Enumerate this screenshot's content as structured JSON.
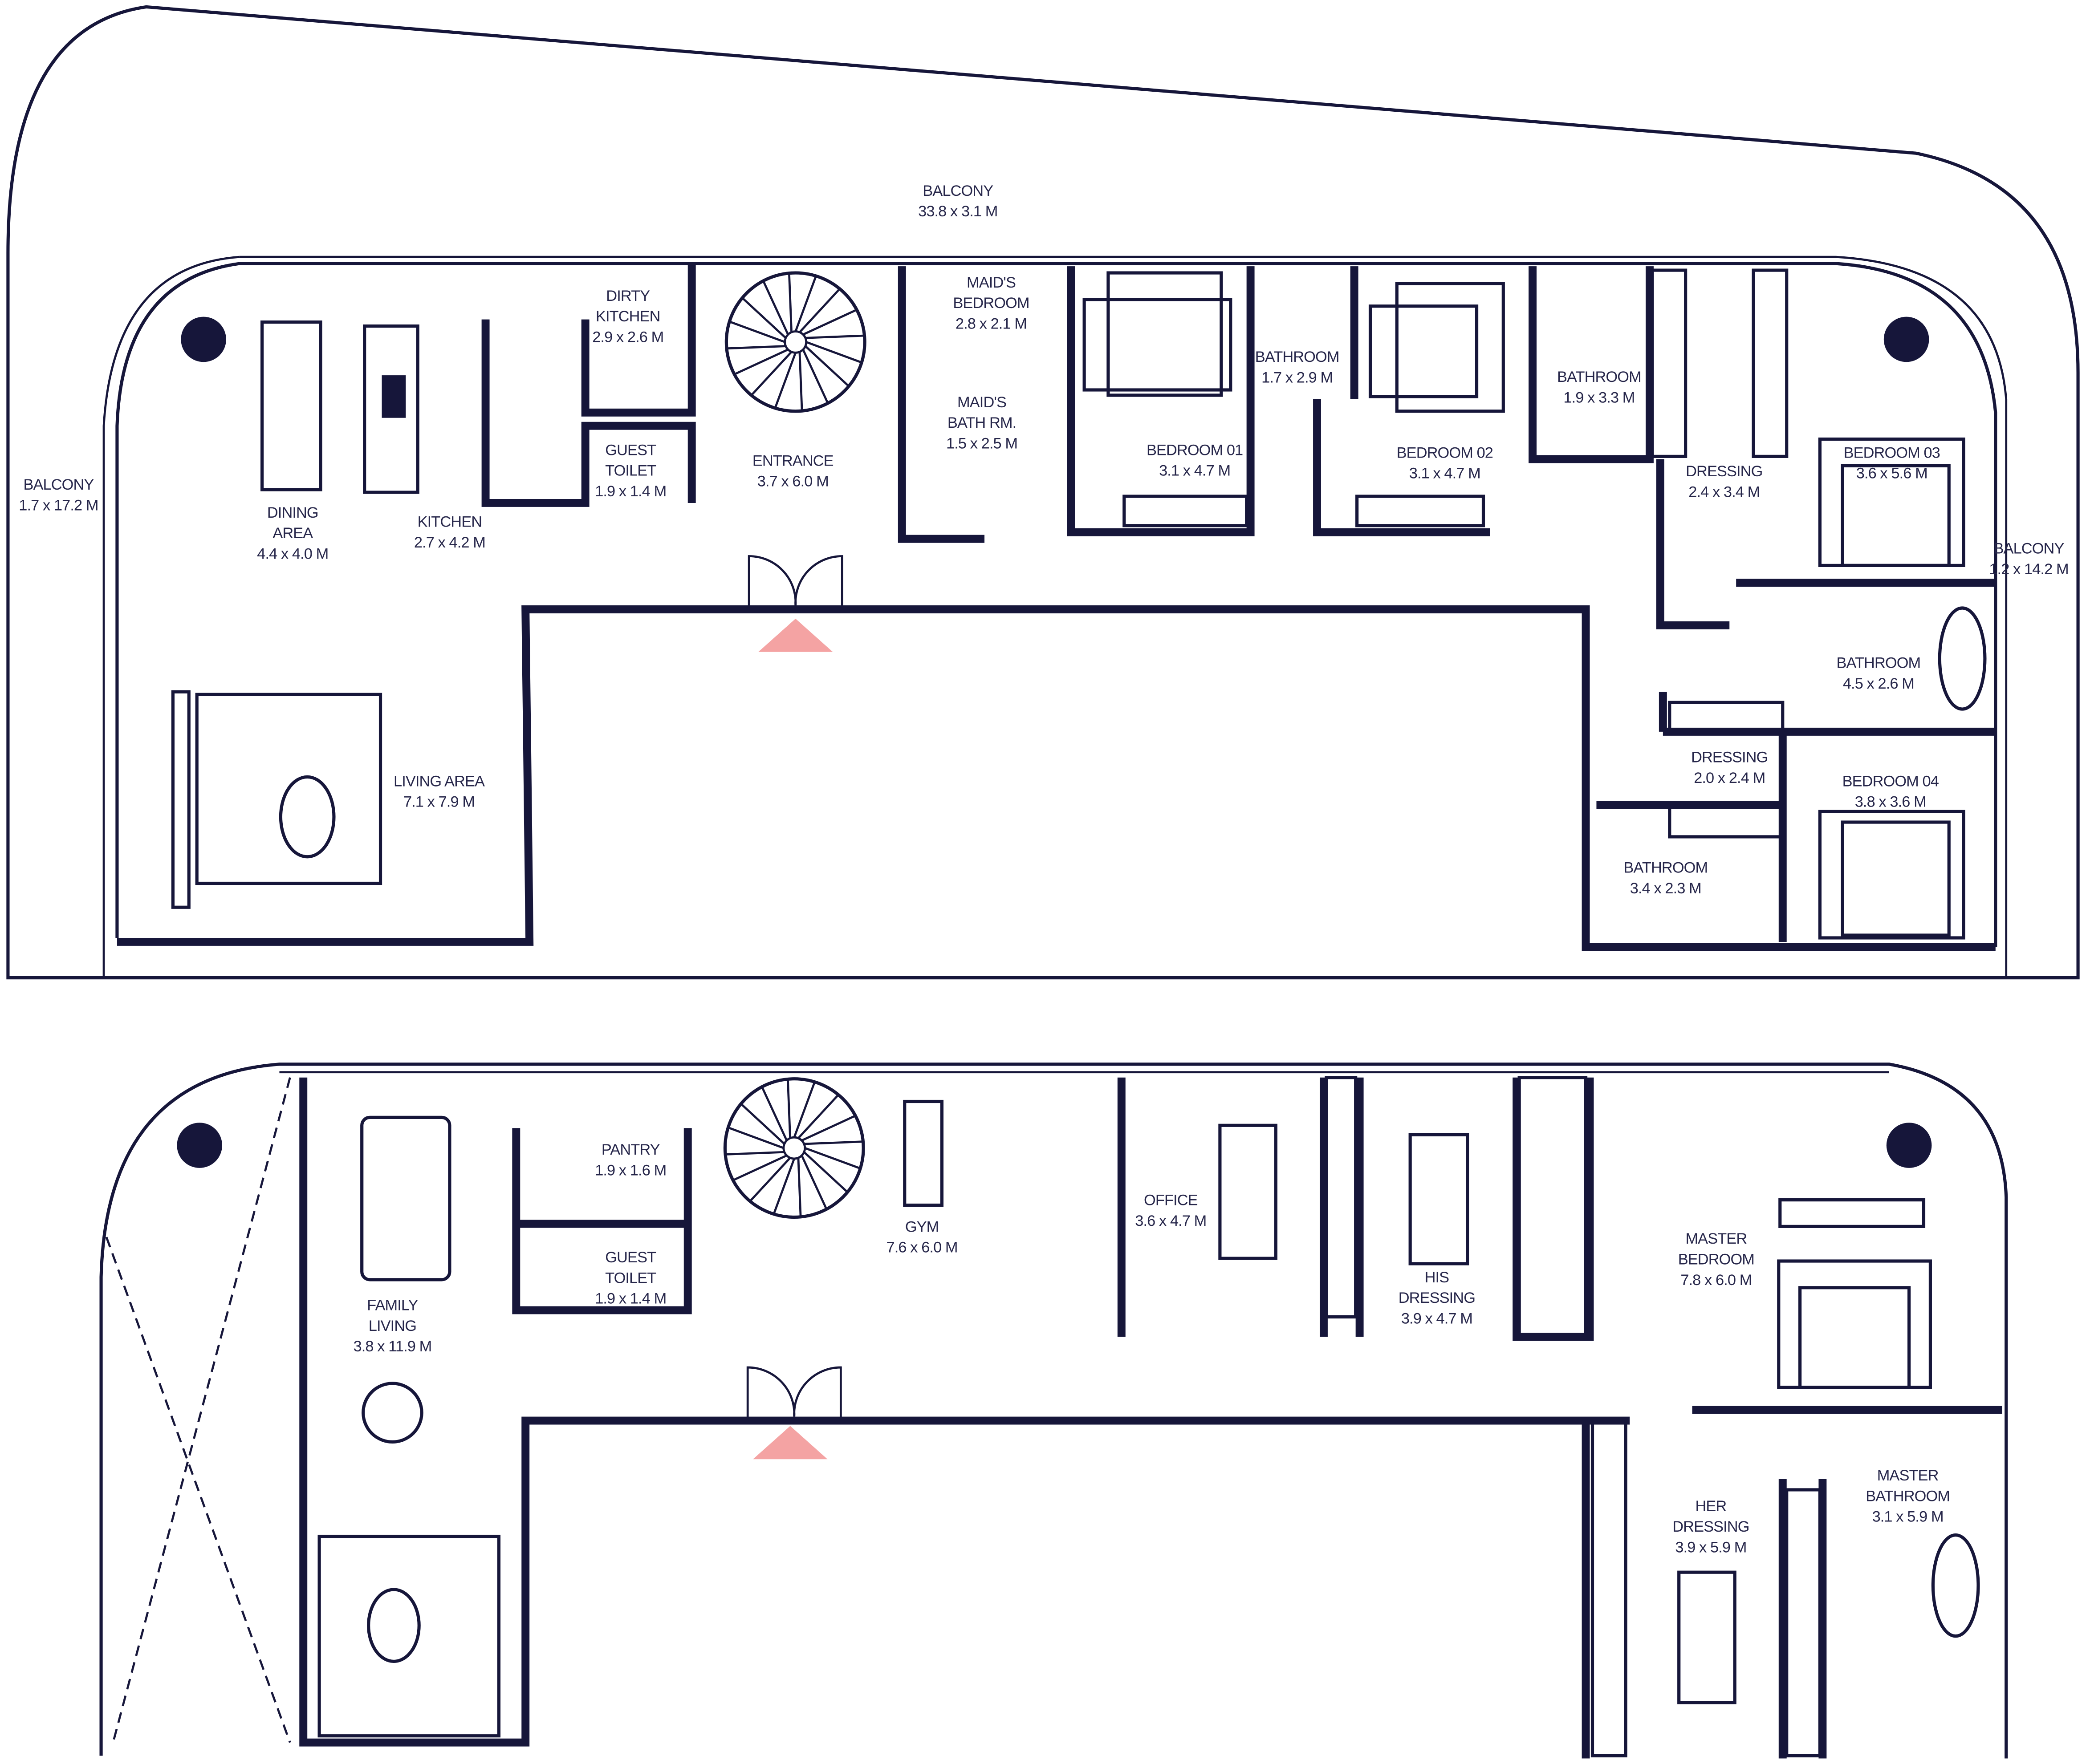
{
  "plan": {
    "colors": {
      "walls": "#16163a",
      "entrance_marker": "#f4a3a3",
      "background": "#ffffff"
    },
    "icons": [
      "spiral-staircase-icon",
      "column-icon",
      "bed-icon",
      "entrance-arrow-icon",
      "door-swing-icon",
      "wardrobe-icon",
      "bathtub-icon",
      "toilet-icon"
    ],
    "upper_floor": {
      "rooms": [
        {
          "id": "balcony-top",
          "lines": [
            "BALCONY",
            "33.8 x 3.1 M"
          ]
        },
        {
          "id": "balcony-left",
          "lines": [
            "BALCONY",
            "1.7 x 17.2 M"
          ]
        },
        {
          "id": "balcony-right",
          "lines": [
            "BALCONY",
            "1.2 x 14.2 M"
          ]
        },
        {
          "id": "dining-area",
          "lines": [
            "DINING",
            "AREA",
            "4.4 x 4.0 M"
          ]
        },
        {
          "id": "kitchen",
          "lines": [
            "KITCHEN",
            "2.7 x 4.2 M"
          ]
        },
        {
          "id": "dirty-kitchen",
          "lines": [
            "DIRTY",
            "KITCHEN",
            "2.9 x 2.6 M"
          ]
        },
        {
          "id": "guest-toilet",
          "lines": [
            "GUEST",
            "TOILET",
            "1.9 x 1.4 M"
          ]
        },
        {
          "id": "entrance",
          "lines": [
            "ENTRANCE",
            "3.7 x 6.0 M"
          ]
        },
        {
          "id": "maids-bedroom",
          "lines": [
            "MAID'S",
            "BEDROOM",
            "2.8 x 2.1 M"
          ]
        },
        {
          "id": "maids-bath",
          "lines": [
            "MAID'S",
            "BATH RM.",
            "1.5 x 2.5 M"
          ]
        },
        {
          "id": "bedroom-01",
          "lines": [
            "BEDROOM 01",
            "3.1 x 4.7 M"
          ]
        },
        {
          "id": "bathroom-1",
          "lines": [
            "BATHROOM",
            "1.7 x 2.9 M"
          ]
        },
        {
          "id": "bedroom-02",
          "lines": [
            "BEDROOM 02",
            "3.1 x 4.7 M"
          ]
        },
        {
          "id": "bathroom-2",
          "lines": [
            "BATHROOM",
            "1.9 x 3.3 M"
          ]
        },
        {
          "id": "dressing-1",
          "lines": [
            "DRESSING",
            "2.4 x 3.4 M"
          ]
        },
        {
          "id": "bedroom-03",
          "lines": [
            "BEDROOM 03",
            "3.6 x 5.6 M"
          ]
        },
        {
          "id": "bathroom-3",
          "lines": [
            "BATHROOM",
            "4.5 x 2.6 M"
          ]
        },
        {
          "id": "dressing-2",
          "lines": [
            "DRESSING",
            "2.0 x 2.4 M"
          ]
        },
        {
          "id": "bedroom-04",
          "lines": [
            "BEDROOM 04",
            "3.8 x 3.6 M"
          ]
        },
        {
          "id": "bathroom-4",
          "lines": [
            "BATHROOM",
            "3.4 x 2.3 M"
          ]
        },
        {
          "id": "living-area",
          "lines": [
            "LIVING AREA",
            "7.1 x 7.9 M"
          ]
        }
      ]
    },
    "lower_floor": {
      "rooms": [
        {
          "id": "pantry",
          "lines": [
            "PANTRY",
            "1.9 x 1.6 M"
          ]
        },
        {
          "id": "guest-toilet-lower",
          "lines": [
            "GUEST",
            "TOILET",
            "1.9 x 1.4 M"
          ]
        },
        {
          "id": "gym",
          "lines": [
            "GYM",
            "7.6 x 6.0 M"
          ]
        },
        {
          "id": "office",
          "lines": [
            "OFFICE",
            "3.6 x 4.7 M"
          ]
        },
        {
          "id": "his-dressing",
          "lines": [
            "HIS",
            "DRESSING",
            "3.9 x 4.7 M"
          ]
        },
        {
          "id": "master-bedroom",
          "lines": [
            "MASTER",
            "BEDROOM",
            "7.8 x 6.0 M"
          ]
        },
        {
          "id": "master-bathroom",
          "lines": [
            "MASTER",
            "BATHROOM",
            "3.1 x 5.9 M"
          ]
        },
        {
          "id": "her-dressing",
          "lines": [
            "HER",
            "DRESSING",
            "3.9 x 5.9 M"
          ]
        },
        {
          "id": "family-living",
          "lines": [
            "FAMILY",
            "LIVING",
            "3.8 x 11.9 M"
          ]
        }
      ]
    }
  }
}
